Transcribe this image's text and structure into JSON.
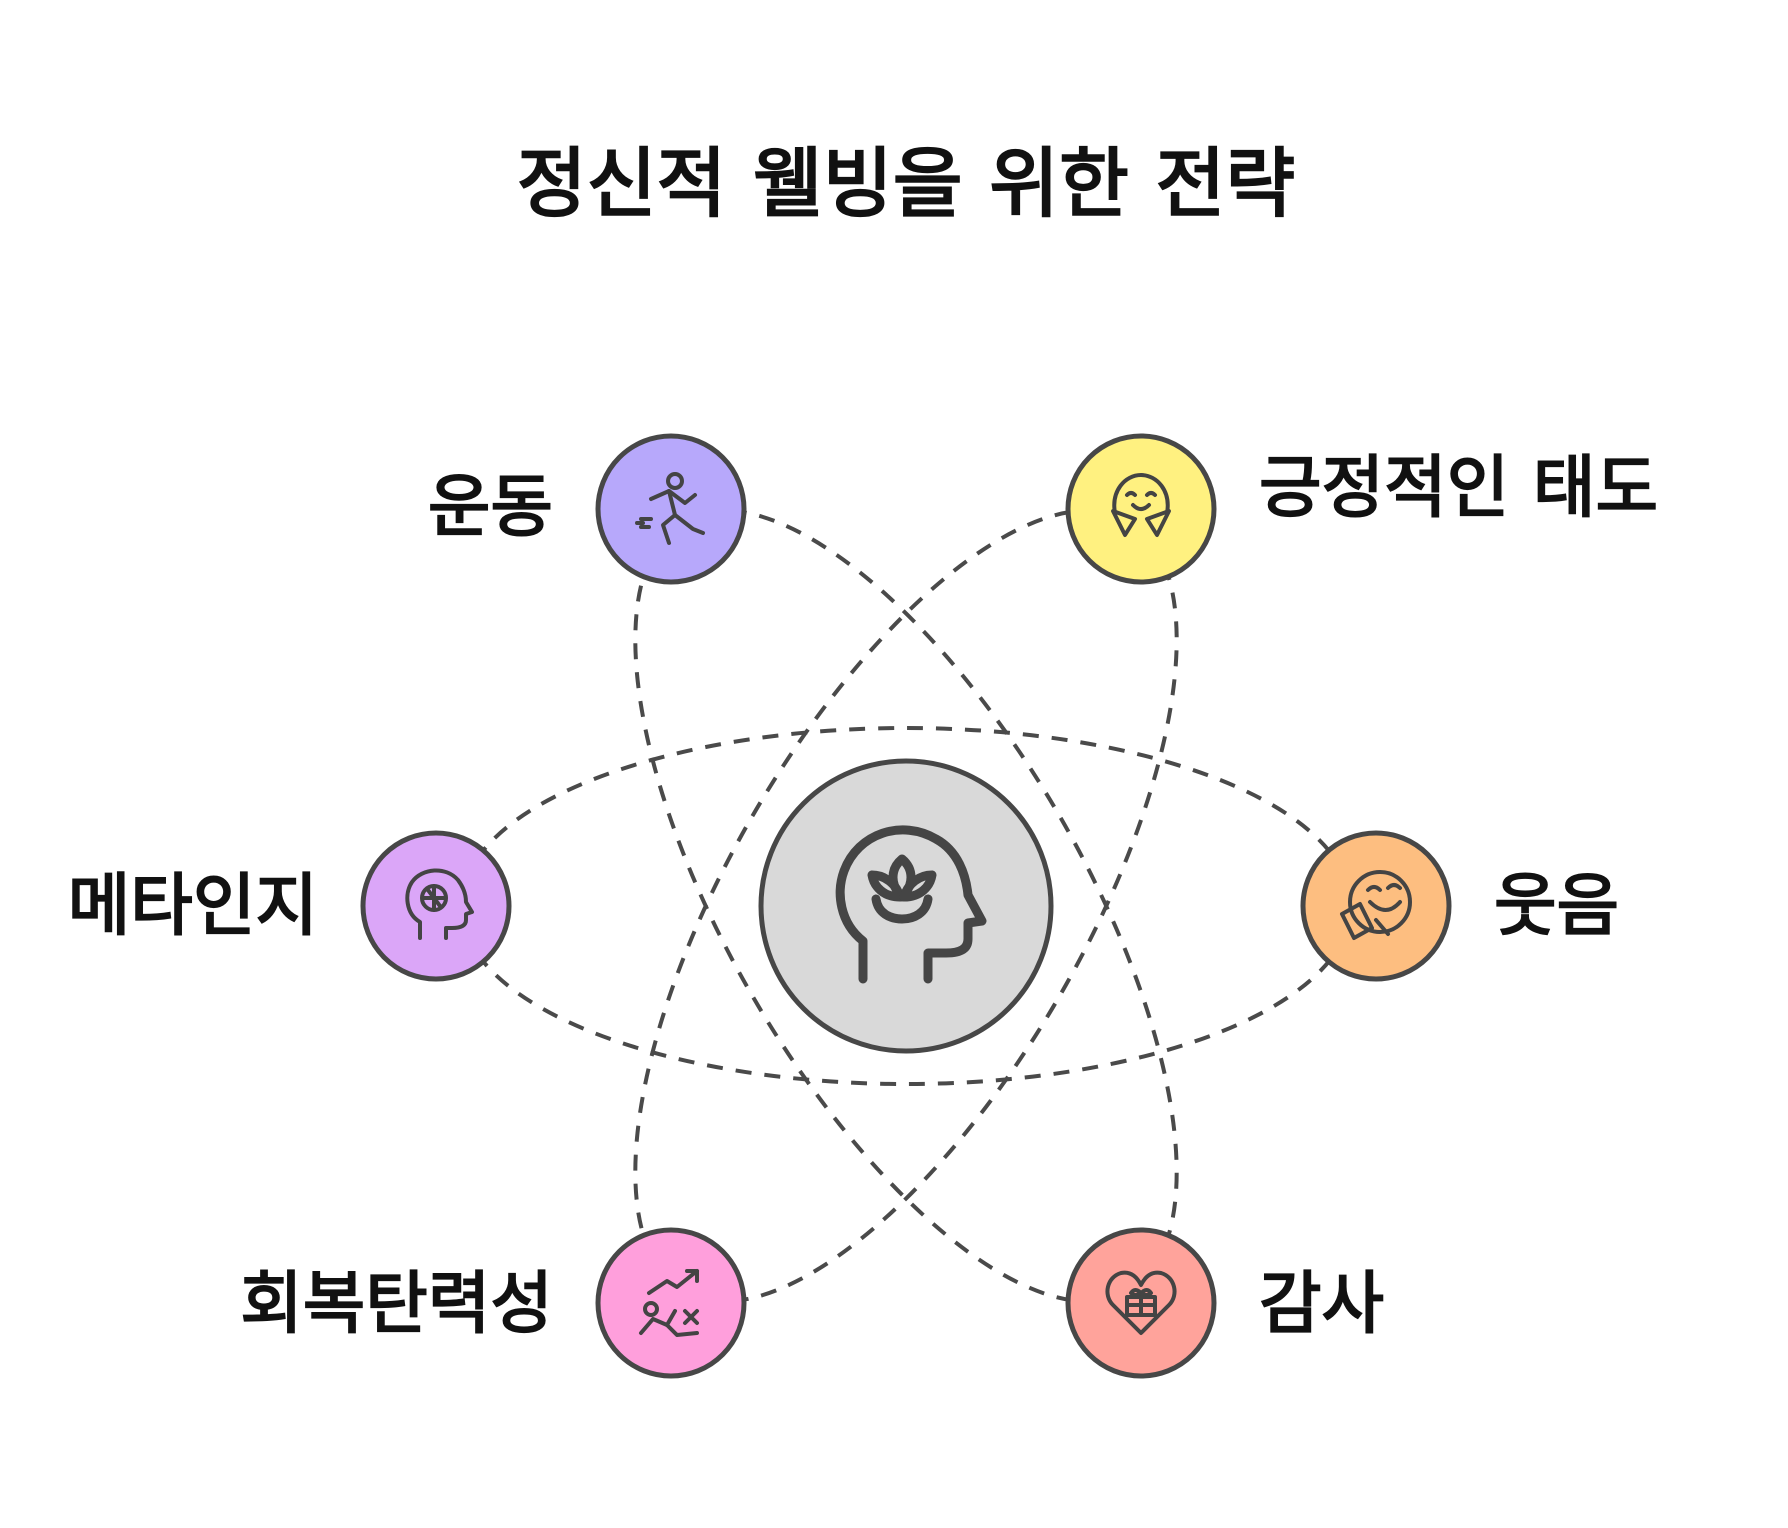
{
  "title": "정신적 웰빙을 위한 전략",
  "center": {
    "icon": "mind-lotus-head-icon",
    "color": "#d9d9d9"
  },
  "nodes": {
    "exercise": {
      "label": "운동",
      "icon": "running-person-icon",
      "color": "#b7a8fb"
    },
    "positive": {
      "label": "긍정적인 태도",
      "icon": "smiling-hug-icon",
      "color": "#fff180"
    },
    "metacog": {
      "label": "메타인지",
      "icon": "brain-head-icon",
      "color": "#dba6f8"
    },
    "laughter": {
      "label": "웃음",
      "icon": "laughing-face-icon",
      "color": "#fdbe80"
    },
    "resilience": {
      "label": "회복탄력성",
      "icon": "rising-runner-icon",
      "color": "#ff9fdc"
    },
    "gratitude": {
      "label": "감사",
      "icon": "heart-gift-icon",
      "color": "#ffa39b"
    }
  }
}
